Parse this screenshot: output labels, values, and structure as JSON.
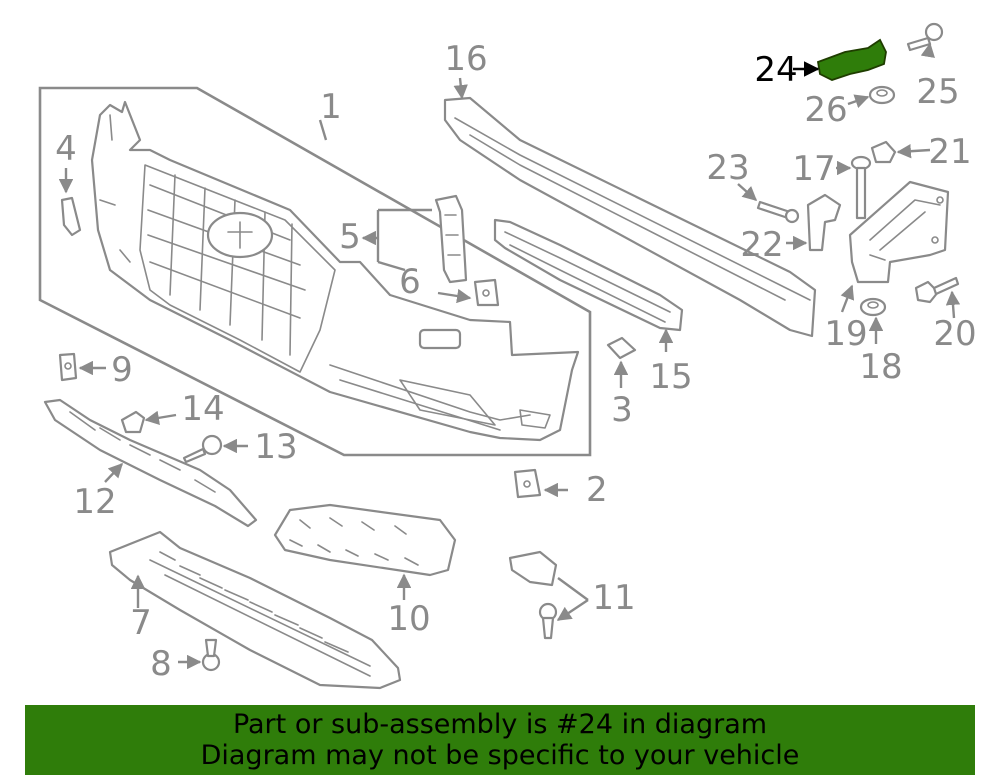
{
  "colors": {
    "line": "#8a8a8a",
    "highlight_fill": "#2f7d0a",
    "banner_bg": "#2f7d0a",
    "highlight_label": "#000000"
  },
  "callouts": [
    {
      "id": "1",
      "text": "1",
      "highlighted": false
    },
    {
      "id": "2",
      "text": "2",
      "highlighted": false
    },
    {
      "id": "3",
      "text": "3",
      "highlighted": false
    },
    {
      "id": "4",
      "text": "4",
      "highlighted": false
    },
    {
      "id": "5",
      "text": "5",
      "highlighted": false
    },
    {
      "id": "6",
      "text": "6",
      "highlighted": false
    },
    {
      "id": "7",
      "text": "7",
      "highlighted": false
    },
    {
      "id": "8",
      "text": "8",
      "highlighted": false
    },
    {
      "id": "9",
      "text": "9",
      "highlighted": false
    },
    {
      "id": "10",
      "text": "10",
      "highlighted": false
    },
    {
      "id": "11",
      "text": "11",
      "highlighted": false
    },
    {
      "id": "12",
      "text": "12",
      "highlighted": false
    },
    {
      "id": "13",
      "text": "13",
      "highlighted": false
    },
    {
      "id": "14",
      "text": "14",
      "highlighted": false
    },
    {
      "id": "15",
      "text": "15",
      "highlighted": false
    },
    {
      "id": "16",
      "text": "16",
      "highlighted": false
    },
    {
      "id": "17",
      "text": "17",
      "highlighted": false
    },
    {
      "id": "18",
      "text": "18",
      "highlighted": false
    },
    {
      "id": "19",
      "text": "19",
      "highlighted": false
    },
    {
      "id": "20",
      "text": "20",
      "highlighted": false
    },
    {
      "id": "21",
      "text": "21",
      "highlighted": false
    },
    {
      "id": "22",
      "text": "22",
      "highlighted": false
    },
    {
      "id": "23",
      "text": "23",
      "highlighted": false
    },
    {
      "id": "24",
      "text": "24",
      "highlighted": true
    },
    {
      "id": "25",
      "text": "25",
      "highlighted": false
    },
    {
      "id": "26",
      "text": "26",
      "highlighted": false
    }
  ],
  "banner": {
    "line1": "Part or sub-assembly is #24 in diagram",
    "line2": "Diagram may not be specific to your vehicle"
  }
}
